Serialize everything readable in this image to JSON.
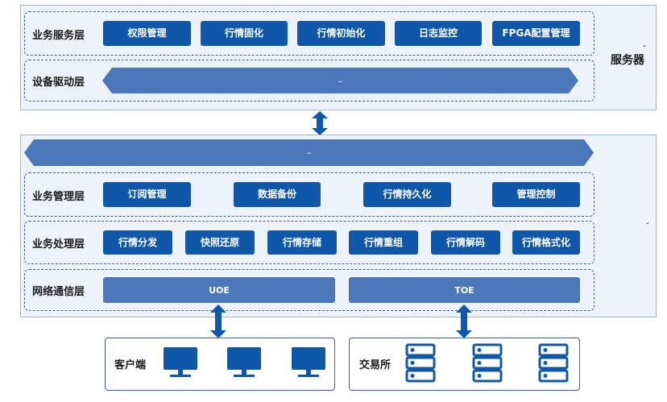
{
  "server": {
    "side_label": "服务器",
    "layers": {
      "business_service": {
        "label": "业务服务层",
        "items": [
          "权限管理",
          "行情固化",
          "行情初始化",
          "日志监控",
          "FPGA配置管理"
        ]
      },
      "device_driver": {
        "label": "设备驱动层",
        "bar_text": "–"
      }
    }
  },
  "fpga": {
    "side_mark": "-",
    "top_bar_text": "–",
    "layers": {
      "business_management": {
        "label": "业务管理层",
        "items": [
          "订阅管理",
          "数据备份",
          "行情持久化",
          "管理控制"
        ]
      },
      "business_processing": {
        "label": "业务处理层",
        "items": [
          "行情分发",
          "快照还原",
          "行情存储",
          "行情重组",
          "行情解码",
          "行情格式化"
        ]
      },
      "network": {
        "label": "网络通信层",
        "items": [
          "UOE",
          "TOE"
        ]
      }
    }
  },
  "client": {
    "label": "客户端",
    "icon": "monitor-icon"
  },
  "exchange": {
    "label": "交易所",
    "icon": "server-rack-icon"
  },
  "colors": {
    "primary": "#0f57a8",
    "bar": "#4a78b8",
    "panel": "#eef3fa",
    "border": "#3d64a8"
  }
}
